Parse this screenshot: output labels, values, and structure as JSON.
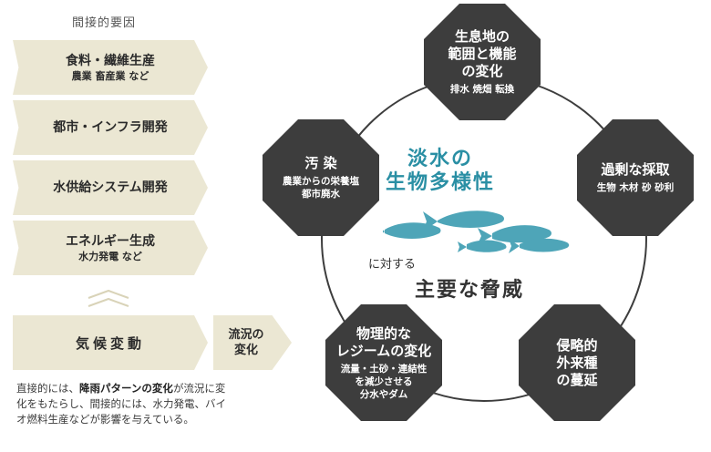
{
  "indirect": {
    "header": "間接的要因",
    "items": [
      {
        "title": "食料・繊維生産",
        "sub": "農業 畜産業 など"
      },
      {
        "title": "都市・インフラ開発",
        "sub": ""
      },
      {
        "title": "水供給システム開発",
        "sub": ""
      },
      {
        "title": "エネルギー生成",
        "sub": "水力発電 など"
      }
    ]
  },
  "climate": {
    "label": "気候変動",
    "flow_line1": "流況の",
    "flow_line2": "変化",
    "note_pre": "直接的には、",
    "note_bold": "降雨パターンの変化",
    "note_post": "が流況に変化をもたらし、間接的には、水力発電、バイオ燃料生産などが影響を与えている。"
  },
  "center": {
    "title_line1": "淡水の",
    "title_line2": "生物多様性",
    "sub1": "に対する",
    "sub2": "主要な脅威"
  },
  "threats": [
    {
      "id": "habitat",
      "title": "生息地の\n範囲と機能\nの変化",
      "sub": "排水 焼畑 転換"
    },
    {
      "id": "overexploitation",
      "title": "過剰な採取",
      "sub": "生物 木材 砂 砂利"
    },
    {
      "id": "invasive",
      "title": "侵略的\n外来種\nの蔓延",
      "sub": ""
    },
    {
      "id": "flow-regime",
      "title": "物理的な\nレジームの変化",
      "sub": "流量・土砂・連結性\nを減少させる\n分水やダム"
    },
    {
      "id": "pollution",
      "title": "汚 染",
      "sub": "農業からの栄養塩\n都市廃水"
    }
  ],
  "colors": {
    "arrow_fill": "#ebe7d3",
    "threat_fill": "#3d3d3d",
    "accent": "#2a8fa4",
    "fish": "#4ea5b8"
  }
}
